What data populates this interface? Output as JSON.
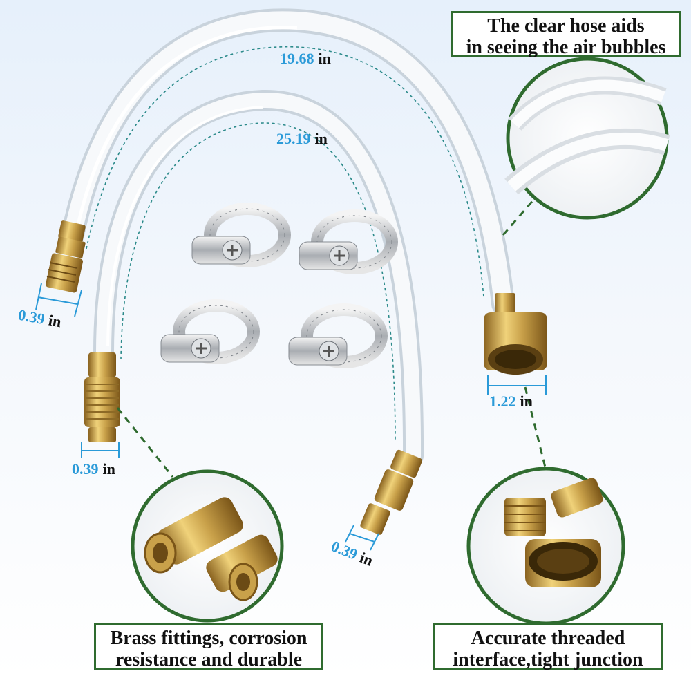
{
  "callouts": {
    "hose": {
      "line1": "The clear hose aids",
      "line2": "in seeing the air bubbles"
    },
    "brass": {
      "line1": "Brass fittings, corrosion",
      "line2": "resistance and durable"
    },
    "thread": {
      "line1": "Accurate threaded",
      "line2": "interface,tight junction"
    }
  },
  "dimensions": {
    "long_hose": {
      "value": "19.68",
      "unit": "in"
    },
    "short_hose": {
      "value": "25.19",
      "unit": "in"
    },
    "left_fitting": {
      "value": "0.39",
      "unit": "in"
    },
    "quick_coupler": {
      "value": "0.39",
      "unit": "in"
    },
    "bottom_fitting": {
      "value": "0.39",
      "unit": "in"
    },
    "hose_nut": {
      "value": "1.22",
      "unit": "in"
    }
  },
  "colors": {
    "dimension_text": "#2a9ad8",
    "callout_border": "#2f6b2f",
    "leader_line": "#2f6b2f",
    "brass": "#c9a14a"
  },
  "items": {
    "hose_clamp_count": 4
  }
}
